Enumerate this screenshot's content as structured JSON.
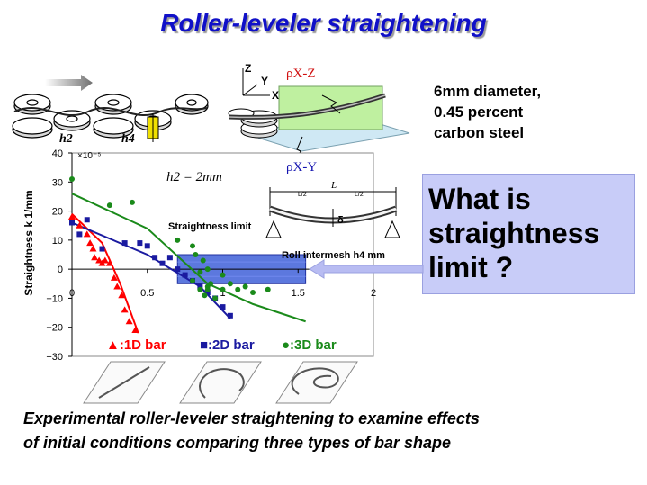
{
  "title": "Roller-leveler straightening",
  "material": [
    "6mm diameter,",
    "0.45 percent",
    "carbon steel"
  ],
  "callout": [
    "What is",
    "straightness",
    "limit ?"
  ],
  "caption": [
    "Experimental roller-leveler straightening to examine effects",
    "of initial conditions comparing three types of bar shape"
  ],
  "diagram_labels": {
    "h2": "h2",
    "h4": "h4",
    "axis_z": "Z",
    "axis_y": "Y",
    "axis_x": "X",
    "rho_xz": "ρX-Z",
    "rho_xy": "ρX-Y",
    "beam_L": "L",
    "beam_half_left": "L/2",
    "beam_half_right": "L/2",
    "beam_delta": "δ"
  },
  "colors": {
    "title": "#1010c8",
    "callout_bg": "#c8ccf8",
    "band": "#4060d8",
    "series_1d": "#ff0000",
    "series_2d": "#1a1aa0",
    "series_3d": "#1a8a1a"
  },
  "chart_data": {
    "type": "scatter",
    "ylabel": "Straightness k  1/mm",
    "y_scale": "×10⁻⁵",
    "xlabel": "Roll intermesh h4 mm",
    "xlim": [
      0,
      2
    ],
    "ylim": [
      -30,
      40
    ],
    "x_ticks": [
      "0",
      "0.5",
      "1",
      "1.5",
      "2"
    ],
    "y_ticks": [
      "40",
      "30",
      "20",
      "10",
      "0",
      "−10",
      "−20",
      "−30"
    ],
    "annotation_h2": "h2 = 2mm",
    "straightness_limit_label": "Straightness limit",
    "straightness_limit_band": {
      "x": [
        0.7,
        1.55
      ],
      "y": [
        -5,
        5
      ]
    },
    "legend": [
      "▲:1D bar",
      "■:2D bar",
      "●:3D bar"
    ],
    "series": [
      {
        "name": "1D bar",
        "marker": "triangle",
        "color": "#ff0000",
        "points": [
          [
            0,
            18
          ],
          [
            0.05,
            15
          ],
          [
            0.1,
            12
          ],
          [
            0.12,
            9
          ],
          [
            0.14,
            7
          ],
          [
            0.15,
            4
          ],
          [
            0.18,
            3
          ],
          [
            0.2,
            2
          ],
          [
            0.22,
            3
          ],
          [
            0.25,
            2
          ],
          [
            0.28,
            -3
          ],
          [
            0.3,
            -6
          ],
          [
            0.33,
            -9
          ],
          [
            0.35,
            -14
          ],
          [
            0.38,
            -18
          ],
          [
            0.42,
            -21
          ]
        ],
        "trend": [
          [
            0,
            19
          ],
          [
            0.2,
            9
          ],
          [
            0.32,
            -5
          ],
          [
            0.44,
            -22
          ]
        ]
      },
      {
        "name": "2D bar",
        "marker": "square",
        "color": "#1a1aa0",
        "points": [
          [
            0,
            16
          ],
          [
            0.05,
            12
          ],
          [
            0.1,
            17
          ],
          [
            0.2,
            7
          ],
          [
            0.35,
            9
          ],
          [
            0.45,
            9
          ],
          [
            0.5,
            8
          ],
          [
            0.55,
            4
          ],
          [
            0.6,
            2
          ],
          [
            0.65,
            4
          ],
          [
            0.7,
            0
          ],
          [
            0.75,
            -2
          ],
          [
            0.8,
            -4
          ],
          [
            0.85,
            -6
          ],
          [
            0.9,
            -8
          ],
          [
            0.95,
            -10
          ],
          [
            1.0,
            -13
          ],
          [
            1.05,
            -16
          ]
        ],
        "trend": [
          [
            0,
            16
          ],
          [
            0.5,
            5
          ],
          [
            0.85,
            -6
          ],
          [
            1.05,
            -17
          ]
        ]
      },
      {
        "name": "3D bar",
        "marker": "circle",
        "color": "#1a8a1a",
        "points": [
          [
            0,
            31
          ],
          [
            0.25,
            22
          ],
          [
            0.4,
            23
          ],
          [
            0.7,
            10
          ],
          [
            0.8,
            8
          ],
          [
            0.9,
            -6
          ],
          [
            0.95,
            -10
          ],
          [
            1.0,
            -7
          ],
          [
            1.1,
            -7
          ],
          [
            1.2,
            -8
          ],
          [
            1.3,
            -7
          ],
          [
            0.85,
            -7
          ],
          [
            0.9,
            -7
          ],
          [
            0.88,
            -9
          ],
          [
            0.92,
            -5
          ],
          [
            0.8,
            -4
          ],
          [
            0.85,
            -1
          ],
          [
            0.9,
            0
          ],
          [
            1.0,
            -2
          ],
          [
            1.05,
            -5
          ],
          [
            1.15,
            -6
          ],
          [
            0.82,
            5
          ],
          [
            0.87,
            3
          ]
        ],
        "trend": [
          [
            0,
            26
          ],
          [
            0.5,
            14
          ],
          [
            0.9,
            -5
          ],
          [
            1.2,
            -12
          ],
          [
            1.55,
            -18
          ]
        ]
      }
    ]
  }
}
